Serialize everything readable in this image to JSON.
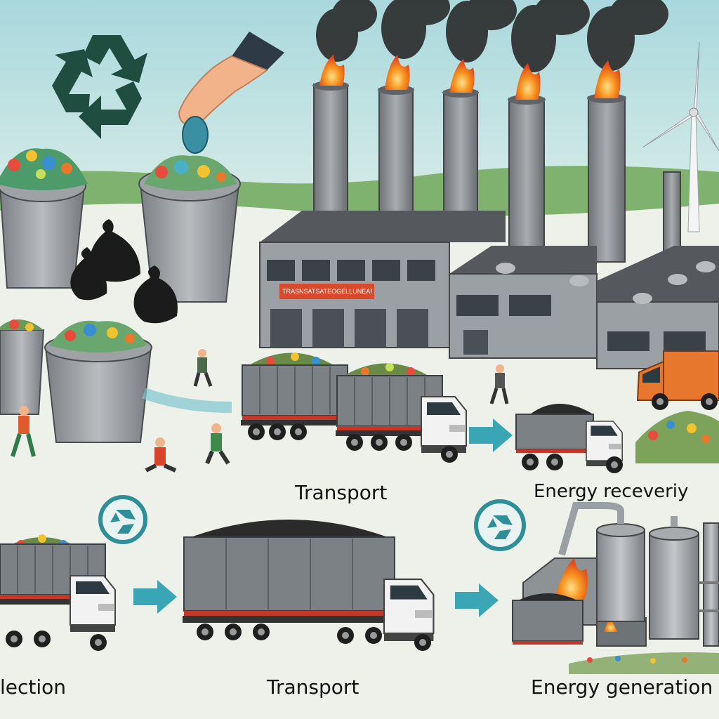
{
  "labels": {
    "transport_top": "Transport",
    "energy_recovery": "Energy receveriy",
    "collection": "lection",
    "transport_bottom": "Transport",
    "energy_generation": "Energy generation"
  },
  "factory_sign": "TRASNSATSATEOGELLUNEARATIGEENRNGBAN",
  "icons": [
    "recycle-icon",
    "hand-icon",
    "trash-can-icon",
    "garbage-bag-icon",
    "smokestack-icon",
    "factory-icon",
    "dump-truck-icon",
    "wind-turbine-icon",
    "flow-arrow-icon",
    "recycle-badge-icon",
    "person-icon",
    "incinerator-icon",
    "storage-tank-icon"
  ],
  "colors": {
    "sky": "#bfe3e6",
    "ground": "#eef1ea",
    "arrow": "#3aa6b5",
    "recycle": "#1f4d3f",
    "badge": "#2f8f99",
    "fire": "#f26a1b",
    "smoke": "#2a2a2a",
    "factory": "#8a8f93",
    "roof": "#55595d",
    "truck_bed": "#7a7f83",
    "cab": "#f3f3f3",
    "orange_truck": "#e8772e"
  }
}
